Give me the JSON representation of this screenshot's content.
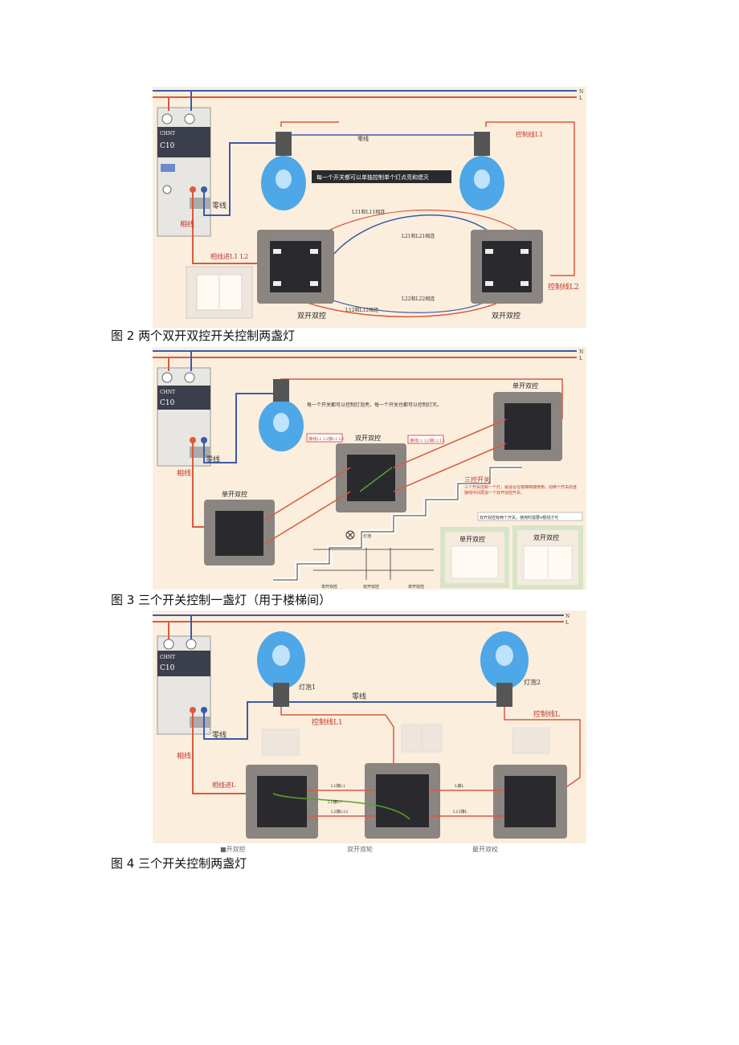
{
  "colors": {
    "bg": "#fbeedd",
    "neutral": "#3d5aa8",
    "live": "#d9593e",
    "red_label": "#c0392b",
    "switch_frame": "#8a8580",
    "switch_face": "#2a2a2e",
    "bulb": "#4ea7e6",
    "green": "#5aa02c"
  },
  "common": {
    "brand": "CHNT",
    "breaker_rating": "C10"
  },
  "figure2": {
    "caption": "图 2 两个双开双控开关控制两盏灯",
    "bus_n": "N",
    "bus_l": "L",
    "zero_line_top": "零线",
    "control_line_l1": "控制线L1",
    "banner": "每一个开关都可以单独控制单个灯点亮和熄灭",
    "zero_line": "零线",
    "live_line": "相线",
    "live_in": "相线进L1 L2",
    "control_line_l2": "控制线L2",
    "switch_left": "双开双控",
    "switch_right": "双开双控",
    "l11_l12_top": "L11和L11相连",
    "l21_l21": "L21和L21相连",
    "l22_l22": "L22和L22相连",
    "l12_l12_bottom": "L12和L12相连"
  },
  "figure3": {
    "caption": "图 3 三个开关控制一盏灯（用于楼梯间）",
    "bus_n": "N",
    "bus_l": "L",
    "note_top": "每一个开关都可以控制灯泡亮，每一个开关也都可以控制灯灭。",
    "zero_line": "零线",
    "live_line": "相线",
    "switch_top_right": "单开双控",
    "switch_middle": "双开双控",
    "switch_left": "单开双控",
    "tag_left": "接线L1 L2接L1 L2",
    "tag_right": "接线L1 L2接L2 L1",
    "three_ctrl_title": "三控开关",
    "three_ctrl_desc": "三个开关控制一个灯，最适合在楼梯两端使用，把两个开关的连接线中间再加一个双开双控开关。",
    "panel_note": "双开双控有两个开关，使用时需要4根线才可",
    "panel_left": "单开双控",
    "panel_right": "双开双控",
    "schematic_bulb": "灯泡",
    "schematic_labels": [
      "单开双控",
      "双开双控",
      "单开双控"
    ]
  },
  "figure4": {
    "caption": "图 4 三个开关控制两盏灯",
    "bus_n": "N",
    "bus_l": "L",
    "bulb1": "灯泡1",
    "bulb2": "灯泡2",
    "zero_line_top": "零线",
    "zero_line": "零线",
    "live_line": "相线",
    "control_line_l1": "控制线L1",
    "control_line_l": "控制线L",
    "live_in": "相线进L",
    "wire_l1_l1": "L1接L1",
    "wire_l_l": "L接L",
    "wire_l2_l12": "L2接L12",
    "wire_l12_l_right": "L12接L",
    "green_label": "L1接L?",
    "sub_left": "■开双控",
    "sub_mid": "双开双轮",
    "sub_right": "最开双校"
  }
}
